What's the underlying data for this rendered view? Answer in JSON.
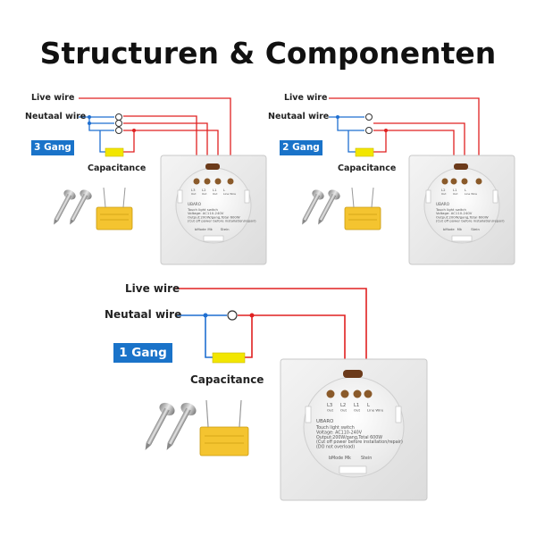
{
  "title": "Structuren & Componenten",
  "diagrams": [
    {
      "live_label": "Live wire",
      "neutral_label": "Neutaal wire",
      "gang_label": "3 Gang",
      "capacitance_label": "Capacitance",
      "panel": {
        "terminals": [
          "L3",
          "L2",
          "L1",
          "L"
        ],
        "terminal_subs": [
          "Out",
          "Out",
          "Out",
          "Line Wire"
        ],
        "brand": "UBARO",
        "spec_lines": [
          "Touch light switch",
          "Voltage: AC110-240V",
          "Output:200W/gang,Total 600W",
          "(Cut off power before installation/repair)"
        ],
        "bottom_labels": [
          "bMode",
          "Mk",
          "Stein"
        ]
      }
    },
    {
      "live_label": "Live wire",
      "neutral_label": "Neutaal wire",
      "gang_label": "2 Gang",
      "capacitance_label": "Capacitance",
      "panel": {
        "terminals": [
          "L2",
          "L1",
          "L"
        ],
        "terminal_subs": [
          "Out",
          "Out",
          "Line Wire"
        ],
        "brand": "UBARO",
        "spec_lines": [
          "Touch light switch",
          "Voltage: AC110-240V",
          "Output:200W/gang,Total 600W",
          "(Cut off power before installation/repair)"
        ],
        "bottom_labels": [
          "bMode",
          "Mk",
          "Stein"
        ]
      }
    },
    {
      "live_label": "Live wire",
      "neutral_label": "Neutaal wire",
      "gang_label": "1 Gang",
      "capacitance_label": "Capacitance",
      "panel": {
        "terminals": [
          "L3",
          "L2",
          "L1",
          "L"
        ],
        "terminal_subs": [
          "Out",
          "Out",
          "Out",
          "Line Wire"
        ],
        "brand": "UBARO",
        "spec_lines": [
          "Touch light switch",
          "Voltage: AC110-240V",
          "Output:200W/gang,Total 600W",
          "(Cut off power before installation/repair)",
          "(DO not overload)"
        ],
        "bottom_labels": [
          "bMode",
          "Mk",
          "Stein"
        ]
      }
    }
  ],
  "colors": {
    "live": "#e02020",
    "neutral": "#1f6fd1",
    "capacitor": "#f2e600",
    "gang_badge": "#1a73c9"
  }
}
